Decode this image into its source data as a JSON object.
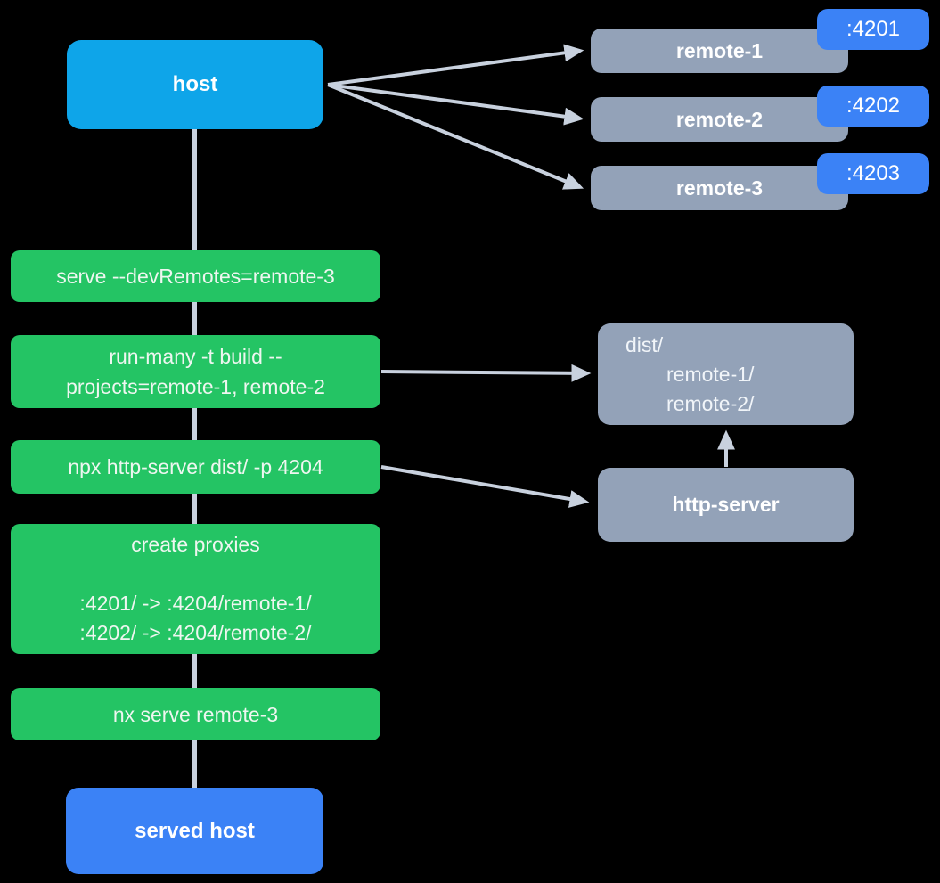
{
  "colors": {
    "background": "#000000",
    "host_blue": "#0ea5e9",
    "action_green": "#24c464",
    "node_gray": "#93a2b8",
    "port_blue": "#3b82f6",
    "connector_gray": "#c8d1de"
  },
  "host": {
    "label": "host"
  },
  "served_host": {
    "label": "served host"
  },
  "remotes": [
    {
      "label": "remote-1",
      "port": ":4201"
    },
    {
      "label": "remote-2",
      "port": ":4202"
    },
    {
      "label": "remote-3",
      "port": ":4203"
    }
  ],
  "steps": [
    {
      "lines": [
        "serve --devRemotes=remote-3"
      ]
    },
    {
      "lines": [
        "run-many -t build --",
        "projects=remote-1, remote-2"
      ]
    },
    {
      "lines": [
        "npx http-server dist/ -p 4204"
      ]
    },
    {
      "lines": [
        "create proxies",
        "",
        ":4201/ -> :4204/remote-1/",
        ":4202/ -> :4204/remote-2/"
      ]
    },
    {
      "lines": [
        "nx serve remote-3"
      ]
    }
  ],
  "dist_box": {
    "lines": [
      "dist/",
      "remote-1/",
      "remote-2/"
    ]
  },
  "http_server": {
    "label": "http-server"
  }
}
